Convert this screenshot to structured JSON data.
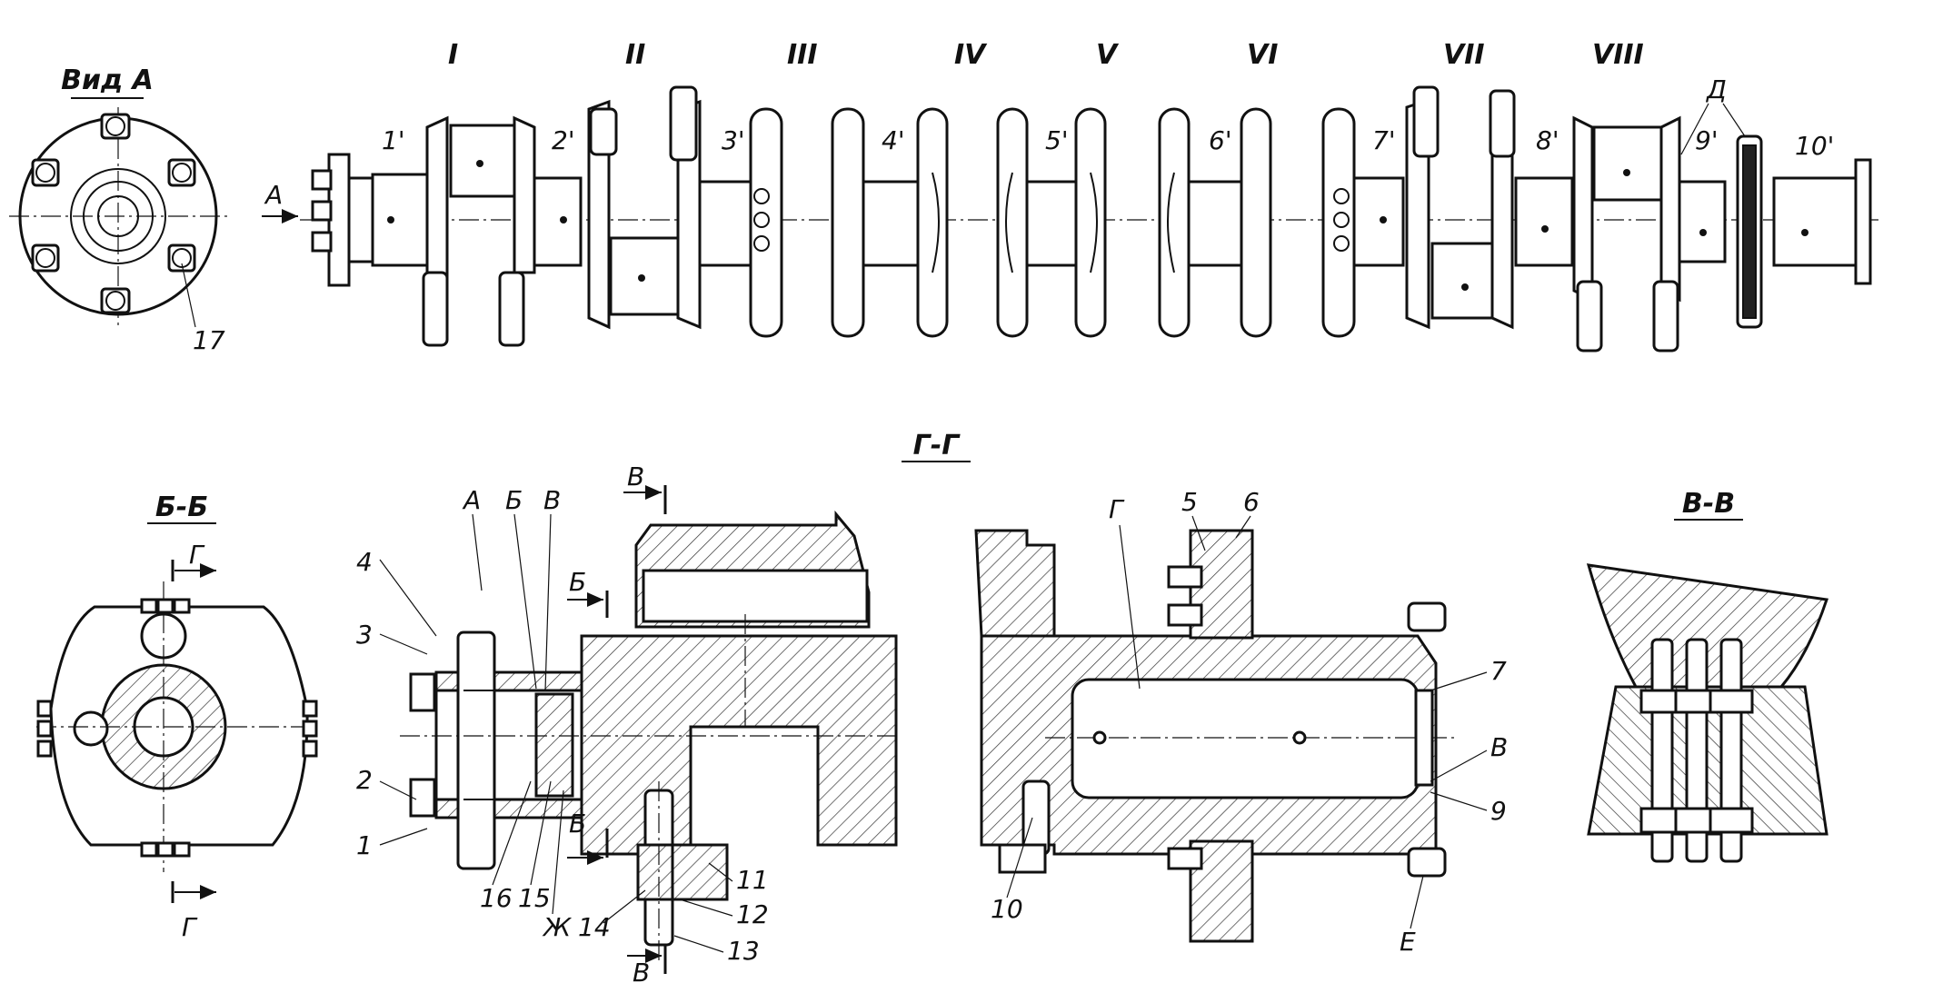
{
  "view_labels": {
    "view_a": "Вид А",
    "section_bb": "Б-Б",
    "section_gg": "Г-Г",
    "section_vv": "В-В"
  },
  "journal_numerals": [
    "I",
    "II",
    "III",
    "IV",
    "V",
    "VI",
    "VII",
    "VIII"
  ],
  "journal_numbers": [
    "1'",
    "2'",
    "3'",
    "4'",
    "5'",
    "6'",
    "7'",
    "8'",
    "9'",
    "10'"
  ],
  "letters": {
    "arrow_a": "А",
    "d": "Д",
    "a": "А",
    "b": "Б",
    "v": "В",
    "g": "Г",
    "zh": "Ж",
    "e": "Е"
  },
  "part_numbers": {
    "p1": "1",
    "p2": "2",
    "p3": "3",
    "p4": "4",
    "p5": "5",
    "p6": "6",
    "p7": "7",
    "p8": "В",
    "p9": "9",
    "p10": "10",
    "p11": "11",
    "p12": "12",
    "p13": "13",
    "p14": "14",
    "p15": "15",
    "p16": "16",
    "p17": "17"
  }
}
